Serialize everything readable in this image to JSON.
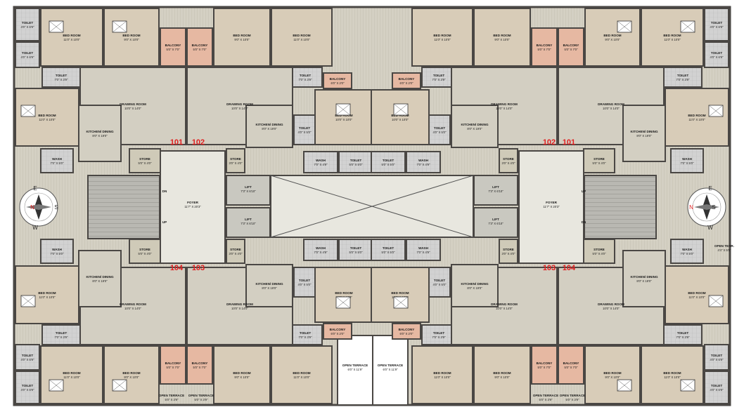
{
  "colors": {
    "wall": "#4a4744",
    "bedroom": "#d8ccb8",
    "living": "#d3cfc2",
    "balcony": "#e6b8a2",
    "toilet": "#cfcfcf",
    "core": "#e8e7df",
    "unit_number": "#e02020"
  },
  "units": {
    "u101": "101",
    "u102": "102",
    "u103": "103",
    "u104": "104"
  },
  "rooms": {
    "bed_room": "BED ROOM",
    "toilet": "TOILET",
    "balcony": "BALCONY",
    "drawing_room": "DRAWING ROOM",
    "kitchen_dining": "KITCHEN/ DINING",
    "wash": "WASH",
    "store": "STORE",
    "foyer": "FOYER",
    "lift": "LIFT",
    "open_terrace": "OPEN TERRACE",
    "open_terr": "OPEN TERR."
  },
  "dims": {
    "bed_11x10": "11'0\" X 10'0\"",
    "bed_9x10": "9'0\" X 10'0\"",
    "bed_10x10": "10'0\" X 10'0\"",
    "toilet_4x6": "4'0\" X 6'9\"",
    "toilet_7x3": "7'0\" X 3'9\"",
    "toilet_4x5": "4'0\" X 5'0\"",
    "toilet_5x5": "5'0\" X 5'0\"",
    "balcony_5x7": "5'0\" X 7'0\"",
    "balcony_6x2": "6'0\" X 2'0\"",
    "drawing_10x14": "10'0\" X 14'0\"",
    "kitchen_8x19": "8'0\" X 19'0\"",
    "wash_7x5": "7'0\" X 5'0\"",
    "wash_7x4": "7'0\" X 4'9\"",
    "store_5x4": "5'0\" X 4'0\"",
    "store_3x4": "3'0\" X 4'0\"",
    "foyer": "11'7\" X 20'3\"",
    "lift": "7'3\" X 6'10\"",
    "terrace_6x11": "6'0\" X 11'9\"",
    "terrace_5x3": "5'0\" X 3'9\"",
    "terr_4x5": "4'4\" X 5'0\""
  },
  "stairs": {
    "up": "UP",
    "dn": "DN"
  },
  "compass": {
    "e": "E",
    "w": "W",
    "n": "N",
    "s": "S"
  }
}
